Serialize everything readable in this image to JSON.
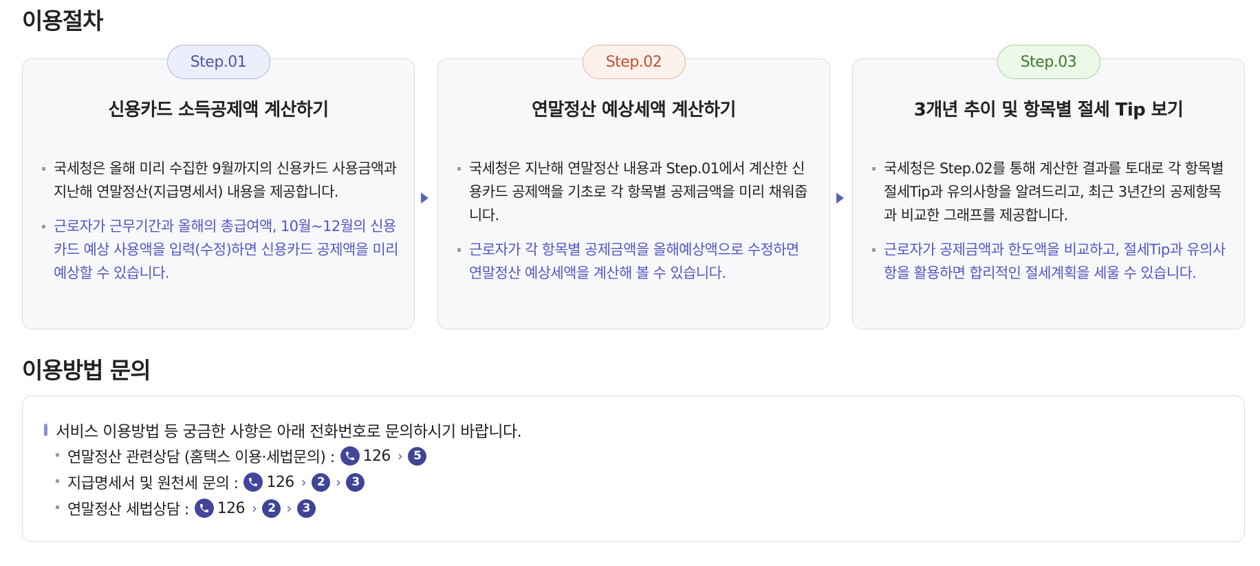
{
  "procedure": {
    "title": "이용절차",
    "steps": [
      {
        "badge": "Step.01",
        "title": "신용카드 소득공제액 계산하기",
        "items": [
          "국세청은 올해 미리 수집한 9월까지의 신용카드 사용금액과 지난해 연말정산(지급명세서) 내용을 제공합니다.",
          "근로자가 근무기간과 올해의 총급여액, 10월~12월의 신용카드 예상 사용액을 입력(수정)하면 신용카드 공제액을 미리 예상할 수 있습니다."
        ]
      },
      {
        "badge": "Step.02",
        "title": "연말정산 예상세액 계산하기",
        "items": [
          "국세청은 지난해 연말정산 내용과 Step.01에서 계산한 신용카드 공제액을 기초로 각 항목별 공제금액을 미리 채워줍니다.",
          "근로자가 각 항목별 공제금액을 올해예상액으로 수정하면 연말정산 예상세액을 계산해 볼 수 있습니다."
        ]
      },
      {
        "badge": "Step.03",
        "title": "3개년 추이 및 항목별 절세 Tip 보기",
        "items": [
          "국세청은 Step.02를 통해 계산한 결과를 토대로 각 항목별 절세Tip과 유의사항을 알려드리고, 최근 3년간의 공제항목과 비교한 그래프를 제공합니다.",
          "근로자가 공제금액과 한도액을 비교하고, 절세Tip과 유의사항을 활용하면 합리적인 절세계획을 세울 수 있습니다."
        ]
      }
    ]
  },
  "inquiry": {
    "title": "이용방법 문의",
    "intro": "서비스 이용방법 등 궁금한 사항은 아래 전화번호로 문의하시기 바랍니다.",
    "lines": [
      {
        "label": "연말정산 관련상담 (홈택스 이용·세법문의) :",
        "number": "126",
        "steps": [
          "5"
        ]
      },
      {
        "label": "지급명세서 및 원천세 문의 :",
        "number": "126",
        "steps": [
          "2",
          "3"
        ]
      },
      {
        "label": "연말정산 세법상담 :",
        "number": "126",
        "steps": [
          "2",
          "3"
        ]
      }
    ],
    "chevron": "›"
  },
  "colors": {
    "accent_blue_text": "#5256c4",
    "phone_circle": "#41469a",
    "step1": "#5054a6",
    "step2": "#c0502c",
    "step3": "#3c7a2a"
  },
  "icons": {
    "phone": "phone-icon",
    "arrow": "arrow-right-icon",
    "bullet": "square-bullet-icon"
  }
}
